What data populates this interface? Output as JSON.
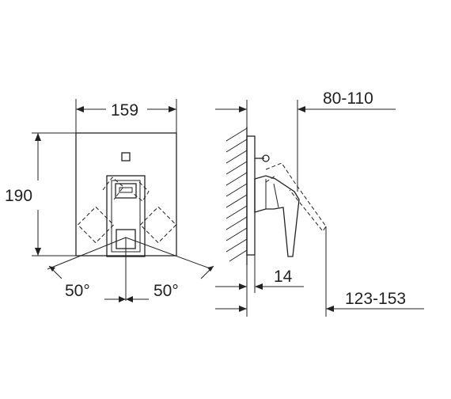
{
  "dimensions": {
    "width_label": "159",
    "height_label": "190",
    "angle_left_label": "50°",
    "angle_right_label": "50°",
    "wall_offset_label": "14",
    "projection_label": "80-110",
    "depth_label": "123-153"
  }
}
